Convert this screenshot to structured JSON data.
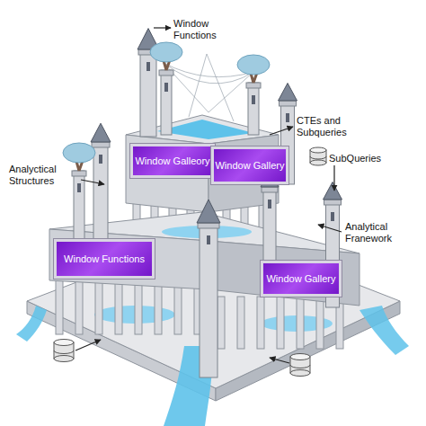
{
  "diagram": {
    "nodes": [
      {
        "text": [
          "Window Galleory"
        ]
      },
      {
        "text": [
          "Window Gallery"
        ]
      },
      {
        "text": [
          "Window Functions"
        ]
      },
      {
        "text": [
          "Window Gallery"
        ]
      }
    ],
    "labels": [
      "Window Functions",
      "CTEs and Subqueries",
      "Analyctical Structures",
      "SubQueries",
      "Analytical Franework"
    ]
  }
}
